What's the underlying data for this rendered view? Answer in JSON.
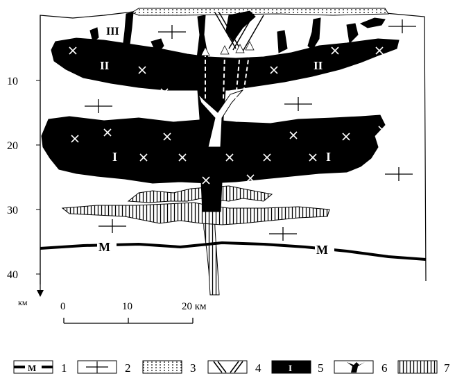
{
  "depth_axis": {
    "ticks": [
      {
        "value": 10,
        "label": "10"
      },
      {
        "value": 20,
        "label": "20"
      },
      {
        "value": 30,
        "label": "30"
      },
      {
        "value": 40,
        "label": "40"
      }
    ],
    "unit": "км"
  },
  "scale_bar": {
    "ticks": [
      "0",
      "10",
      "20 км"
    ]
  },
  "zone_labels": {
    "I": "I",
    "II": "II",
    "III": "III",
    "moho": "M"
  },
  "legend": [
    {
      "number": "1",
      "symbol": "moho-line",
      "symbol_text": "M"
    },
    {
      "number": "2",
      "symbol": "crust-cross"
    },
    {
      "number": "3",
      "symbol": "dotted-sediment"
    },
    {
      "number": "4",
      "symbol": "dike-hatch"
    },
    {
      "number": "5",
      "symbol": "black-intrusion",
      "symbol_text": "I"
    },
    {
      "number": "6",
      "symbol": "fluid-arrows"
    },
    {
      "number": "7",
      "symbol": "vertical-hatch"
    }
  ],
  "colors": {
    "ink": "#000000",
    "paper": "#ffffff"
  }
}
